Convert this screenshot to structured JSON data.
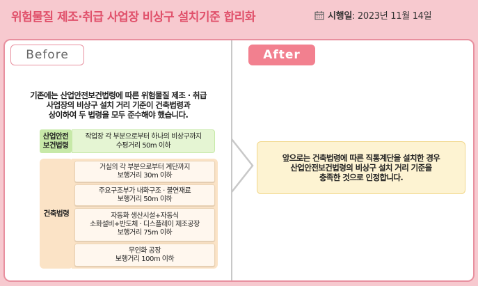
{
  "header": {
    "title": "위험물질 제조·취급 사업장 비상구 설치기준 합리화",
    "date_label": "시행일",
    "date_value": ": 2023년 11월 14일"
  },
  "tabs": {
    "before": "Before",
    "after": "After"
  },
  "before": {
    "intro_lines": [
      "기존에는 산업안전보건법령에 따른 위험물질 제조 · 취급",
      "사업장의 비상구 설치 거리 기준이 건축법령과",
      "상이하여 두 법령을 모두 준수해야 했습니다."
    ],
    "safety_law": {
      "label_lines": [
        "산업안전",
        "보건법령"
      ],
      "text_lines": [
        "작업장 각 부분으로부터 하나의 비상구까지",
        "수평거리 50m 이하"
      ]
    },
    "building_law": {
      "label": "건축법령",
      "rows": [
        [
          "거실의 각 부분으로부터 계단까지",
          "보행거리 30m 이하"
        ],
        [
          "주요구조부가 내화구조 · 불연재료",
          "보행거리 50m 이하"
        ],
        [
          "자동화 생산시설+자동식",
          "소화설비+반도체 · 디스플레이 제조공장",
          "보행거리 75m 이하"
        ],
        [
          "무인화 공장",
          "보행거리 100m 이하"
        ]
      ]
    }
  },
  "after": {
    "lines": [
      "앞으로는 건축법령에 따른 직통계단을 설치한 경우",
      "산업안전보건법령의 비상구 설치 거리 기준을",
      "충족한 것으로 인정합니다."
    ]
  },
  "colors": {
    "background": "#f7c9cf",
    "title": "#e0506a",
    "after_tab": "#f2808f",
    "green_header": "#c7e9a8",
    "peach_panel": "#fbe3c6",
    "after_box": "#fdf3d2"
  }
}
